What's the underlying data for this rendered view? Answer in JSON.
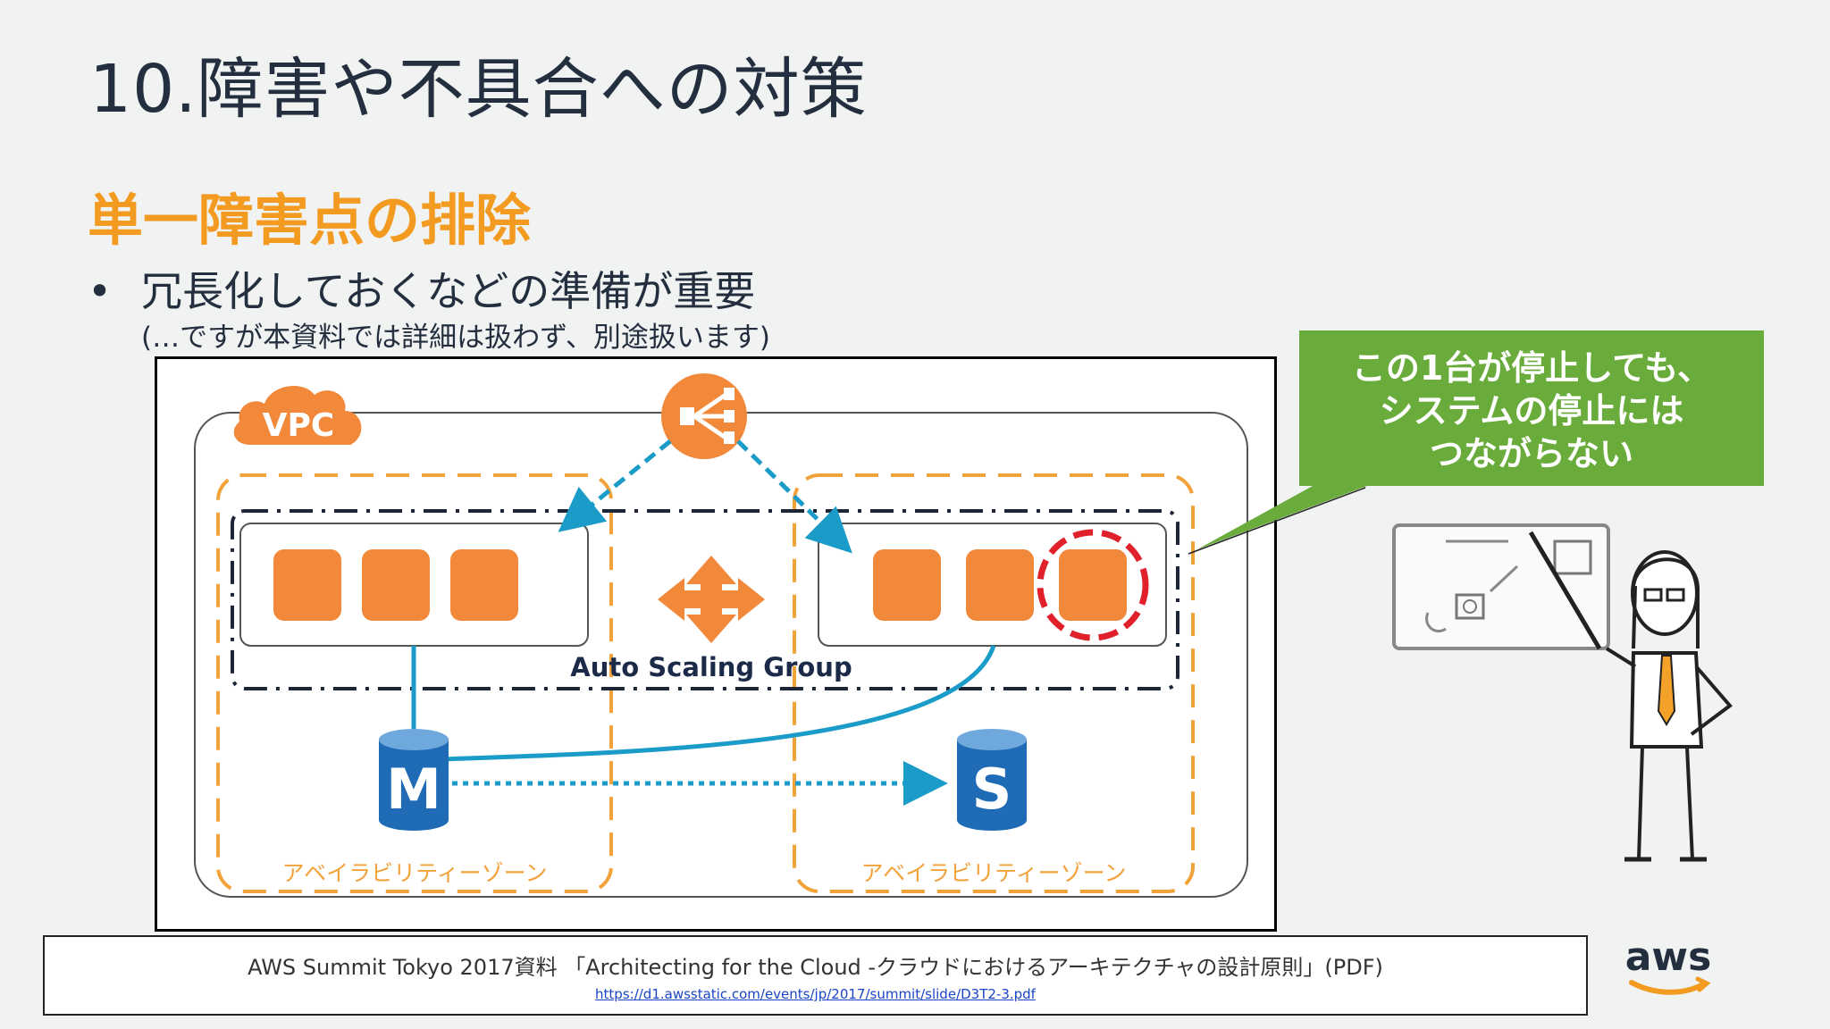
{
  "title": "10.障害や不具合への対策",
  "subtitle": "単一障害点の排除",
  "bullet": {
    "marker": "•",
    "text": "冗長化しておくなどの準備が重要"
  },
  "note": "(…ですが本資料では詳細は扱わず、別途扱います)",
  "diagram": {
    "vpc_label": "VPC",
    "asg_label": "Auto Scaling Group",
    "zones": [
      {
        "label": "アベイラビリティーゾーン"
      },
      {
        "label": "アベイラビリティーゾーン"
      }
    ],
    "master_db": "M",
    "slave_db": "S"
  },
  "callout": {
    "lines": [
      "この1台が停止しても、",
      "システムの停止には",
      "つながらない"
    ]
  },
  "source": {
    "text": "AWS Summit Tokyo 2017資料 「Architecting for the Cloud -クラウドにおけるアーキテクチャの設計原則」(PDF)",
    "link": "https://d1.awsstatic.com/events/jp/2017/summit/slide/D3T2-3.pdf"
  },
  "logo_text": "aws",
  "colors": {
    "accent_orange": "#f39a21",
    "instance_orange": "#f2883a",
    "callout_green": "#6aac3b",
    "db_blue": "#1f6bb6",
    "link_blue": "#1a9bc8",
    "highlight_red": "#e0202a"
  }
}
